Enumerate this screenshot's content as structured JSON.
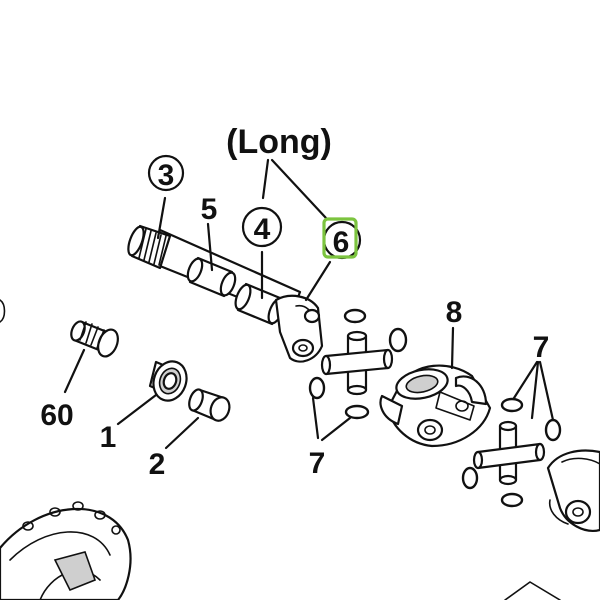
{
  "colors": {
    "highlight": "#7cc43f",
    "ink": "#111111",
    "background": "#ffffff"
  },
  "labels": {
    "long": "(Long)",
    "p3": "3",
    "p5": "5",
    "p4": "4",
    "p6": "6",
    "p8": "8",
    "p7_center": "7",
    "p7_right": "7",
    "p60": "60",
    "p1": "1",
    "p2": "2"
  },
  "highlighted_part": "6"
}
